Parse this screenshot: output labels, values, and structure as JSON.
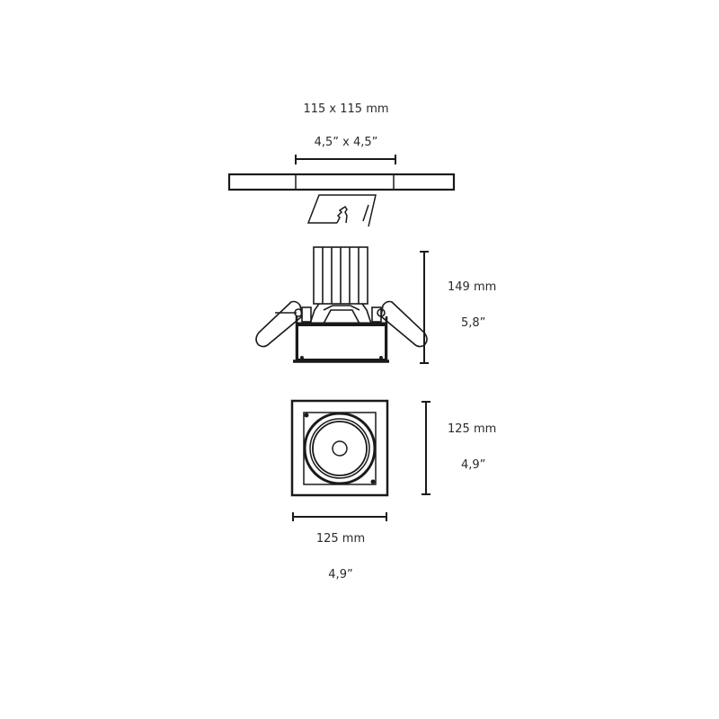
{
  "drawing": {
    "type": "technical-dimension-drawing",
    "subject": "recessed adjustable downlight",
    "cutout": {
      "metric": "115 x 115 mm",
      "imperial": "4,5” x 4,5”"
    },
    "height": {
      "metric": "149 mm",
      "imperial": "5,8”"
    },
    "front_height": {
      "metric": "125 mm",
      "imperial": "4,9”"
    },
    "front_width": {
      "metric": "125 mm",
      "imperial": "4,9”"
    },
    "colors": {
      "line": "#1a1a1a",
      "background": "#ffffff",
      "text": "#2a2a2a"
    }
  }
}
